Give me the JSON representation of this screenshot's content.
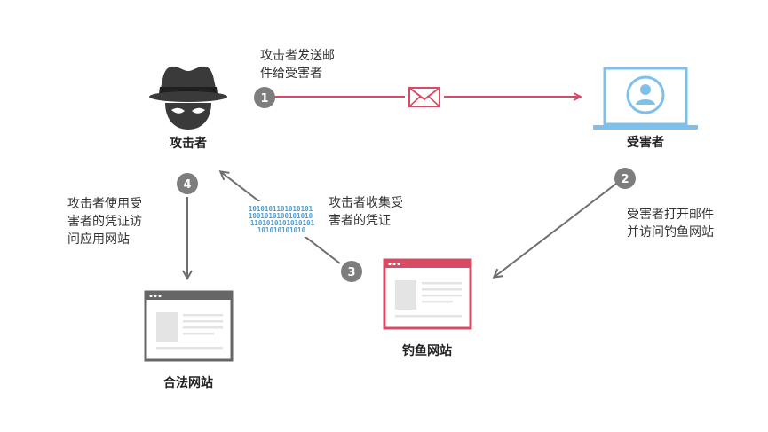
{
  "actors": {
    "attacker": "攻击者",
    "victim": "受害者",
    "phishing_site": "钓鱼网站",
    "legit_site": "合法网站"
  },
  "steps": [
    {
      "number": "1",
      "lines": [
        "攻击者发送邮",
        "件给受害者"
      ]
    },
    {
      "number": "2",
      "lines": [
        "受害者打开邮件",
        "并访问钓鱼网站"
      ]
    },
    {
      "number": "3",
      "lines": [
        "攻击者收集受",
        "害者的凭证"
      ]
    },
    {
      "number": "4",
      "lines": [
        "攻击者使用受",
        "害者的凭证访",
        "问应用网站"
      ]
    }
  ],
  "binary_lines": [
    "1010101101010101",
    "1001010100101010",
    "1101010101010101",
    "101010101010"
  ],
  "icons": {
    "attacker": "hacker-hat-icon",
    "email": "envelope-icon",
    "victim": "laptop-user-icon",
    "phishing": "browser-window-icon",
    "legit": "browser-window-icon"
  },
  "colors": {
    "red": "#d94b64",
    "blue": "#7fc0ea",
    "gray": "#6e6e6e",
    "dark": "#333333",
    "badge": "#7d7d7d"
  }
}
